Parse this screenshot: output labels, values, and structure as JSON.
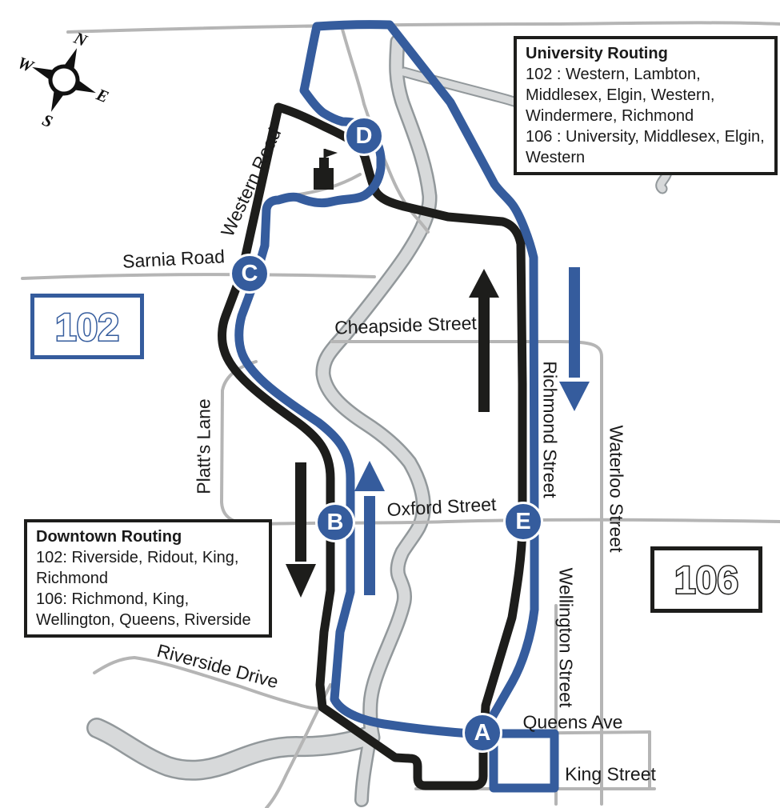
{
  "compass": {
    "north": "N",
    "east": "E",
    "south": "S",
    "west": "W"
  },
  "route_badges": {
    "route_102": "102",
    "route_106": "106"
  },
  "info_boxes": {
    "university": {
      "title": "University Routing",
      "lines": [
        "102 : Western, Lambton,",
        "Middlesex, Elgin, Western,",
        "Windermere, Richmond",
        "106 : University, Middlesex, Elgin,",
        "Western"
      ]
    },
    "downtown": {
      "title": "Downtown Routing",
      "lines": [
        "102: Riverside, Ridout, King,",
        "Richmond",
        "106: Richmond, King,",
        "Wellington, Queens, Riverside"
      ]
    }
  },
  "streets": {
    "western_road": "Western Road",
    "sarnia_road": "Sarnia Road",
    "cheapside_street": "Cheapside Street",
    "platts_lane": "Platt's Lane",
    "oxford_street": "Oxford Street",
    "richmond_street": "Richmond Street",
    "waterloo_street": "Waterloo Street",
    "wellington_street": "Wellington Street",
    "riverside_drive": "Riverside Drive",
    "queens_ave": "Queens Ave",
    "king_street": "King Street"
  },
  "stops": {
    "a": "A",
    "b": "B",
    "c": "C",
    "d": "D",
    "e": "E"
  },
  "colors": {
    "route_102_blue": "#355c9d",
    "route_106_black": "#1d1d1b",
    "road_gray": "#b5b5b5",
    "river_fill": "#d7d9da",
    "river_outline": "#92989b"
  }
}
